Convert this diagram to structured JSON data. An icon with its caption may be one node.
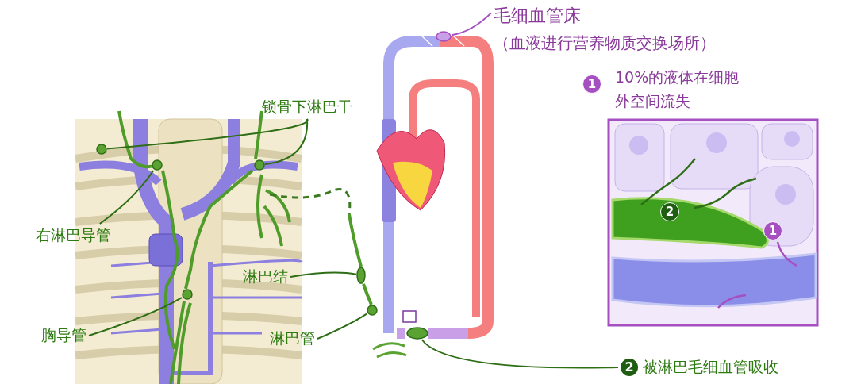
{
  "diagram": {
    "nodes": [
      {
        "text": [
          "毛细血管床",
          "（血液进行营养物质交换场所）"
        ]
      },
      {
        "text": [
          "锁骨下淋巴干"
        ]
      },
      {
        "text": [
          "右淋巴导管"
        ]
      },
      {
        "text": [
          "胸导管"
        ]
      },
      {
        "text": [
          "淋巴结"
        ]
      },
      {
        "text": [
          "淋巴管"
        ]
      },
      {
        "text": [
          "2",
          "被淋巴毛细血管吸收"
        ]
      },
      {
        "text": [],
        "shape": "circle"
      },
      {
        "text": [],
        "shape": "circle"
      },
      {
        "text": [],
        "shape": "circle"
      },
      {
        "text": [],
        "shape": "circle"
      },
      {
        "text": [],
        "shape": "circle"
      },
      {
        "text": [],
        "shape": "circle"
      },
      {
        "text": [],
        "shape": "circle"
      },
      {
        "text": [],
        "shape": "circle"
      }
    ],
    "edges": [
      {
        "from": 0,
        "to": 14,
        "arrow": "none",
        "color": "#a64fc0"
      },
      {
        "from": 1,
        "to": 7,
        "arrow": "none"
      },
      {
        "from": 1,
        "to": 8,
        "arrow": "none"
      },
      {
        "from": 2,
        "to": 9,
        "arrow": "none"
      },
      {
        "from": 3,
        "to": 10,
        "arrow": "none"
      },
      {
        "from": 4,
        "to": 11,
        "arrow": "none"
      },
      {
        "from": 5,
        "to": 12,
        "arrow": "none"
      },
      {
        "from": 6,
        "to": 13,
        "arrow": "none"
      }
    ],
    "labels": [
      "1",
      "10%的液体在细胞外空间流失",
      "2",
      "1"
    ]
  }
}
